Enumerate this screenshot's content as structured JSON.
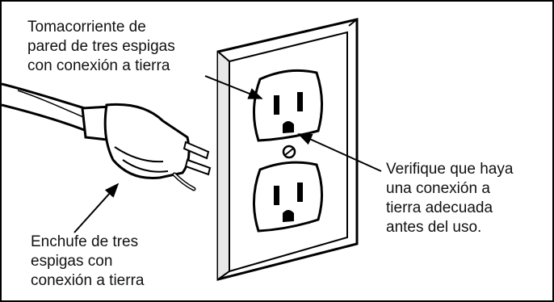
{
  "labels": {
    "outlet": "Tomacorriente de\npared de tres espigas\ncon conexión a tierra",
    "plug": "Enchufe de tres\nespigas con\nconexión a tierra",
    "verify": "Verifique que haya\nuna conexión a\ntierra adecuada\nantes del uso."
  },
  "icons": [
    "grounding-plug-icon",
    "duplex-outlet-icon",
    "wall-plate-icon",
    "pointer-arrow-icon"
  ],
  "colors": {
    "line": "#000000",
    "background": "#ffffff",
    "plate": "#ffffff"
  }
}
